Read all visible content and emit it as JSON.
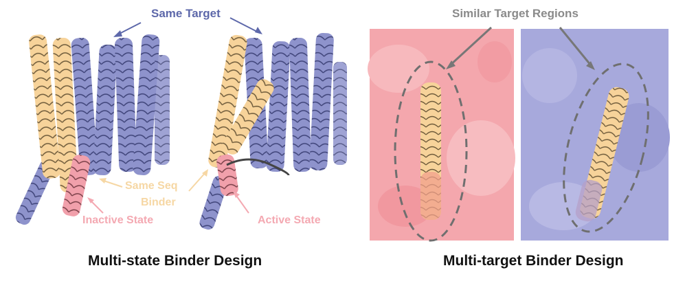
{
  "left": {
    "label_same_target": "Same Target",
    "label_binder": "Same Seq\nBinder",
    "label_binder_line1": "Same Seq",
    "label_binder_line2": "Binder",
    "label_inactive": "Inactive State",
    "label_active": "Active State",
    "caption": "Multi-state Binder Design"
  },
  "right": {
    "label_regions": "Similar Target Regions",
    "caption": "Multi-target Binder Design"
  },
  "colors": {
    "target_blue": "#8e93cc",
    "binder_peach": "#f7d39a",
    "binder_pink": "#f1a0ab",
    "surface_pink": "#f4a7ad",
    "surface_blue": "#a7a9dc",
    "dashed_gray": "#6f6f6f"
  }
}
